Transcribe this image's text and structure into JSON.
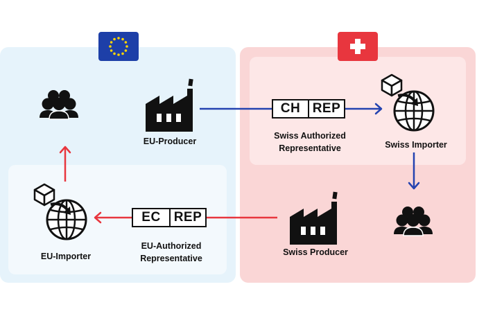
{
  "colors": {
    "eu_panel": "#e6f3fb",
    "swiss_panel": "#fad6d6",
    "eu_flag": "#1d3fa8",
    "swiss_flag": "#e8363e",
    "blue_arrow": "#2443b0",
    "red_arrow": "#e8363e"
  },
  "eu": {
    "producer_label": "EU-Producer",
    "importer_label": "EU-Importer",
    "authorized_rep_label_line1": "EU-Authorized",
    "authorized_rep_label_line2": "Representative",
    "rep_box_left": "EC",
    "rep_box_right": "REP"
  },
  "swiss": {
    "producer_label": "Swiss Producer",
    "importer_label": "Swiss Importer",
    "authorized_rep_label_line1": "Swiss Authorized",
    "authorized_rep_label_line2": "Representative",
    "rep_box_left": "CH",
    "rep_box_right": "REP"
  },
  "icons": [
    "eu-flag-icon",
    "swiss-flag-icon",
    "factory-icon",
    "people-group-icon",
    "box-icon",
    "globe-icon",
    "arrow-icon"
  ]
}
